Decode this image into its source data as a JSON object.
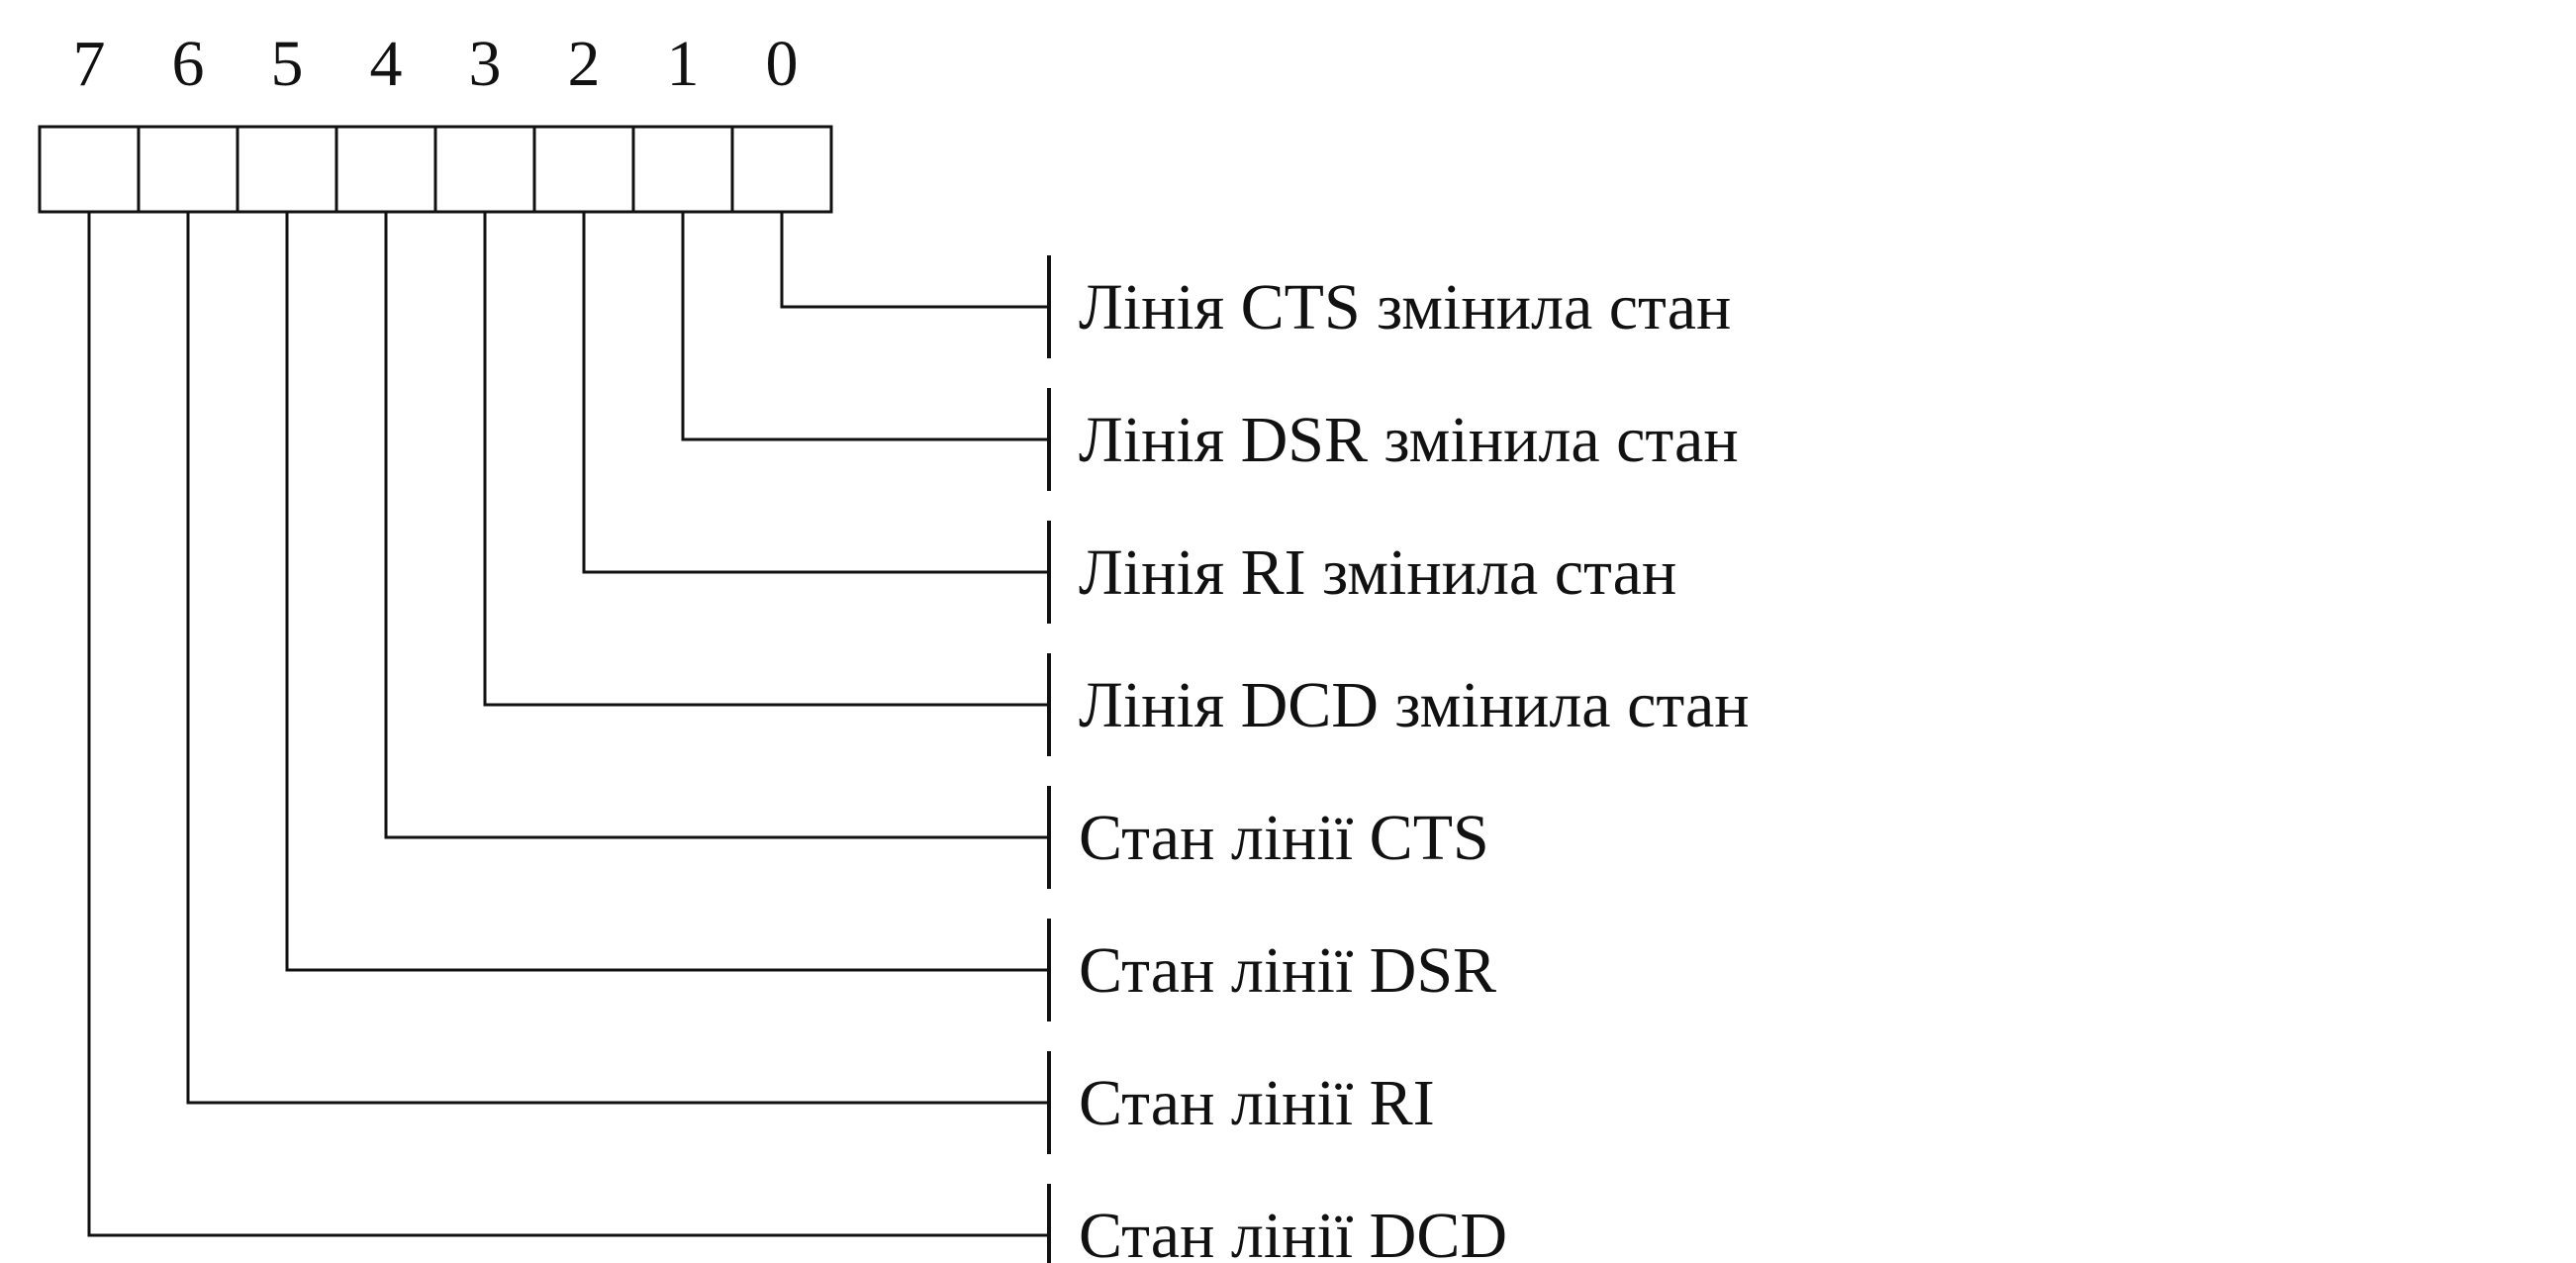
{
  "register": {
    "bits": [
      {
        "index": "7",
        "description": "Стан лінії DCD"
      },
      {
        "index": "6",
        "description": "Стан лінії RI"
      },
      {
        "index": "5",
        "description": "Стан лінії DSR"
      },
      {
        "index": "4",
        "description": "Стан лінії CTS"
      },
      {
        "index": "3",
        "description": "Лінія DCD змінила стан"
      },
      {
        "index": "2",
        "description": "Лінія RI змінила стан"
      },
      {
        "index": "1",
        "description": "Лінія DSR змінила стан"
      },
      {
        "index": "0",
        "description": "Лінія CTS змінила стан"
      }
    ]
  },
  "colors": {
    "ink": "#111111",
    "background": "#ffffff"
  }
}
